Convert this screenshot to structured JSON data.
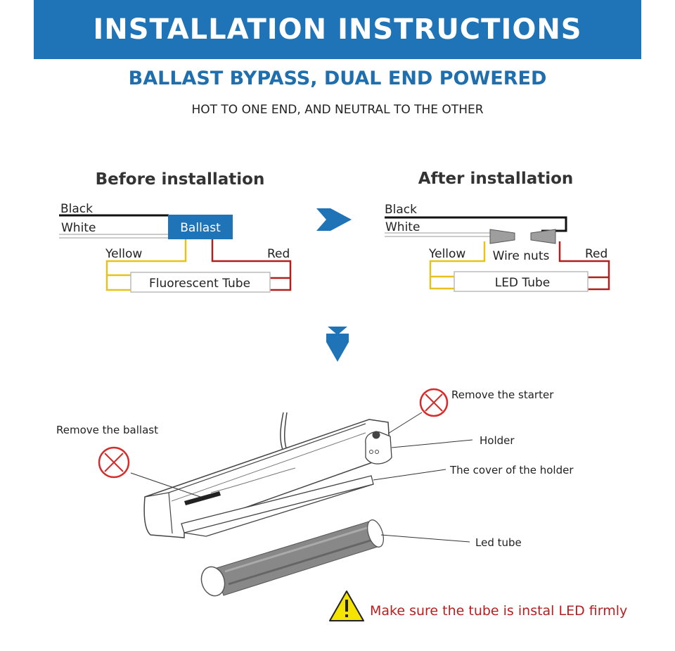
{
  "header": {
    "title": "INSTALLATION INSTRUCTIONS",
    "subtitle": "BALLAST BYPASS, DUAL END POWERED",
    "subtitle2": "HOT TO ONE END, AND NEUTRAL TO THE OTHER"
  },
  "before": {
    "heading": "Before installation",
    "black": "Black",
    "white": "White",
    "ballast": "Ballast",
    "yellow": "Yellow",
    "red": "Red",
    "tube": "Fluorescent Tube"
  },
  "after": {
    "heading": "After installation",
    "black": "Black",
    "white": "White",
    "wire_nuts": "Wire nuts",
    "yellow": "Yellow",
    "red": "Red",
    "tube": "LED Tube"
  },
  "fixture": {
    "remove_starter": "Remove the starter",
    "remove_ballast": "Remove the ballast",
    "holder": "Holder",
    "cover": "The cover of the holder",
    "led_tube": "Led tube",
    "warning": "Make sure the tube is instal LED firmly"
  },
  "colors": {
    "brand_blue": "#1f73b7",
    "wire_yellow": "#e8c21c",
    "wire_red": "#b0201f",
    "prohibit_red": "#d62b2b",
    "warning_yellow": "#f5e400",
    "warning_text": "#b52020"
  },
  "icons": {
    "arrow_right": "arrow-right-icon",
    "arrow_down": "arrow-down-icon",
    "prohibit": "prohibit-icon",
    "warning": "warning-triangle-icon"
  }
}
